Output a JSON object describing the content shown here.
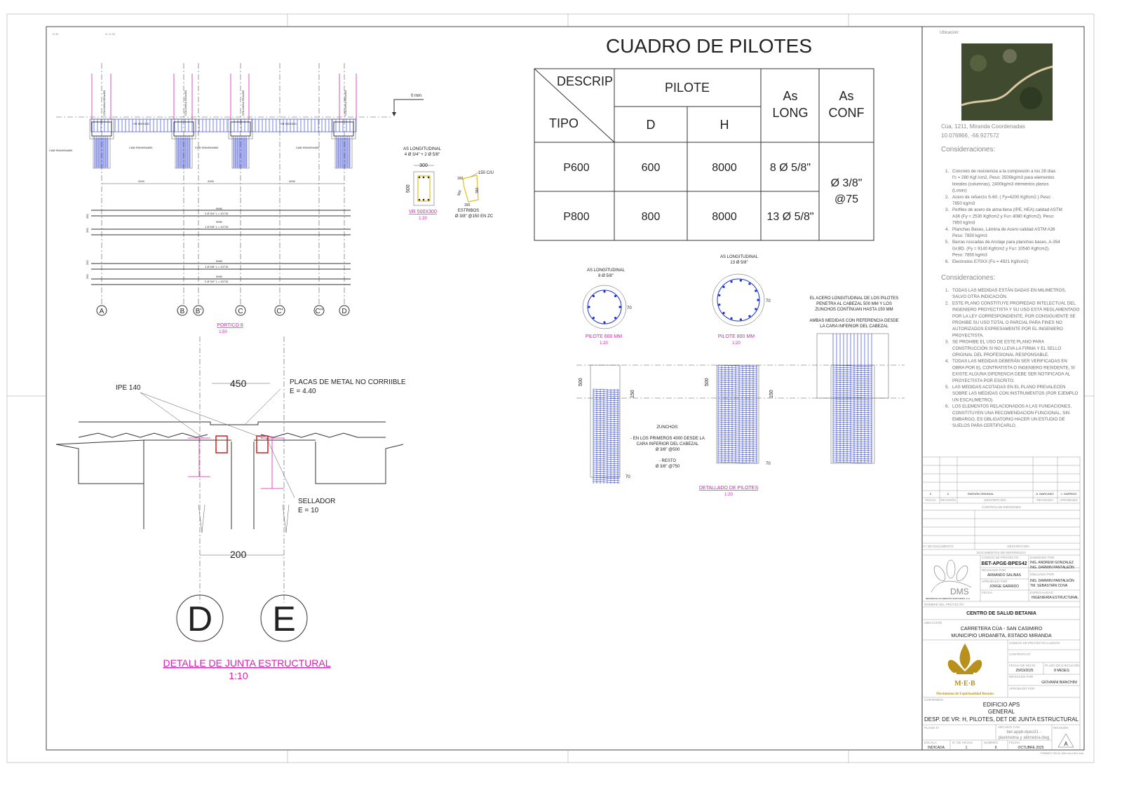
{
  "sheet": {
    "corner_left": "N.30",
    "corner_mid": "N.+0.30"
  },
  "portico": {
    "columns": [
      "COLUMNA 650x450",
      "COLUMNA 650x450",
      "COLUMNA 650x450",
      "COLUMNA 650x450"
    ],
    "beam_labels": [
      "VR 500X300",
      "VR 500X300"
    ],
    "caps": [
      "CAB 900x900x800",
      "CAB 900x900x800",
      "CAB 900x900x800",
      "CAB 900x900x800"
    ],
    "level": "0 mm",
    "dims": [
      "3100",
      "2200",
      "4000"
    ],
    "bars": [
      {
        "len": "9990",
        "desc": "2 Ø 3/4\" L = 10710"
      },
      {
        "len": "9990",
        "desc": "1 Ø 5/8\" L = 10710"
      },
      {
        "len": "9990",
        "desc": "1 Ø 5/8\" L = 10710"
      },
      {
        "len": "9990",
        "desc": "2 Ø 3/4\" L = 10710"
      }
    ],
    "side_dims": [
      "250",
      "250",
      "250",
      "250"
    ],
    "axes": [
      "A",
      "B",
      "B'",
      "C",
      "C'",
      "C''",
      "D"
    ],
    "title": "PORTICO 8",
    "scale": "1:50"
  },
  "beam_section": {
    "as_title": "AS LONGITUDINAL",
    "as_value": "4 Ø 3/4\" + 2 Ø 5/8\"",
    "width": "300",
    "height": "500",
    "title": "VR 500X300",
    "scale": "1:20",
    "stirrup_dims": [
      "160",
      "360",
      "360",
      "160"
    ],
    "stirrup_hook": "150 C/U",
    "stirrup_title": "ESTRIBOS",
    "stirrup_spec": "Ø 3/8\" @150 EN ZC"
  },
  "joint": {
    "ipe": "IPE 140",
    "plates": "PLACAS DE METAL NO CORRIIBLE",
    "plates_e": "E = 4.40",
    "dim_top": "450",
    "sealer": "SELLADOR",
    "sealer_e": "E = 10",
    "dim_bottom": "200",
    "axis_left": "D",
    "axis_right": "E",
    "title": "DETALLE DE JUNTA ESTRUCTURAL",
    "scale": "1:10"
  },
  "piles_table": {
    "title": "CUADRO  DE  PILOTES",
    "h_descrip": "DESCRIP",
    "h_tipo": "TIPO",
    "h_pilote": "PILOTE",
    "h_d": "D",
    "h_h": "H",
    "h_long": [
      "As",
      "LONG"
    ],
    "h_conf": [
      "As",
      "CONF"
    ],
    "rows": [
      {
        "tipo": "P600",
        "d": "600",
        "h": "8000",
        "long": "8 Ø 5/8\""
      },
      {
        "tipo": "P800",
        "d": "800",
        "h": "8000",
        "long": "13 Ø 5/8\""
      }
    ],
    "conf": [
      "Ø 3/8\"",
      "@75"
    ]
  },
  "pile_sections": [
    {
      "as_title": "AS LONGITUDINAL",
      "as_value": "8 Ø 5/8\"",
      "cover": "70",
      "title": "PILOTE 600 MM",
      "scale": "1:20",
      "bars": 8
    },
    {
      "as_title": "AS LONGITUDINAL",
      "as_value": "13 Ø 5/8\"",
      "cover": "70",
      "title": "PILOTE 800 MM",
      "scale": "1:20",
      "bars": 13
    }
  ],
  "pile_detail": {
    "note1": [
      "EL ACERO LONGITUDINAL DE LOS PILOTES",
      "PENETRA AL CABEZAL 500 MM Y LOS",
      "ZUNCHOS CONTÍNUAN HASTA 150 MM"
    ],
    "note2": [
      "AMBAS MEDIDAS CON REFERENCIA DESDE",
      "LA CARA INFERIOR DEL CABEZAL"
    ],
    "dims": [
      "500",
      "150",
      "500",
      "150"
    ],
    "cover": [
      "70",
      "70"
    ],
    "zunchos": [
      "ZUNCHOS:",
      "- EN LOS PRIMEROS 4000 DESDE LA",
      "CARA INFERIOR DEL CABEZAL",
      "Ø 3/8\" @500",
      "- RESTO",
      "Ø 3/8\" @750"
    ],
    "title": "DETALLADO DE PILOTES",
    "scale": "1:20"
  },
  "info": {
    "ubicacion_label": "Ubicacion:",
    "address": [
      "Cúa, 1211, Miranda Coordenadas",
      "10.076866, -66.927572"
    ],
    "cons1_title": "Consideraciones:",
    "cons1": [
      [
        "1.",
        "Concreto de resistencia a la compresión a los 28 días",
        "f'c = 280 Kgf /cm2, Peso: 2500kg/m3 para elementos",
        "lineales (columnas), 2400kg/m3 elementos planos",
        "(Losas)"
      ],
      [
        "2.",
        "Acero de refuerzo S-60: ( Fy=4200 Kgf/cm2.)  Peso:",
        "7850 kg/m3"
      ],
      [
        "3.",
        "Perfiles de acero de alma llena (IPE, HEA) calidad ASTM",
        "A36 (Fy = 2530 Kgf/cm2 y Fu= 4080 Kgf/cm2). Peso:",
        "7850 kg/m3"
      ],
      [
        "4.",
        "Planchas Bases, Lámina de Acero calidad ASTM A36",
        "Peso: 7850 kg/m3"
      ],
      [
        "5.",
        "Barras roscadas de Anclaje para planchas bases, A-354",
        "Gr.BD. (Fy = 9140 Kgf/cm2 y Fu= 10540 Kgf/cm2).",
        "Peso: 7850 kg/m3"
      ],
      [
        "6.",
        "Electrodos E70XX (Fu = 4921 Kgf/cm2)"
      ]
    ],
    "cons2_title": "Consideraciones:",
    "cons2": [
      [
        "1.",
        "TODAS LAS MEDIDAS ESTÁN DADAS EN MILIMETROS,",
        "SALVO OTRA INDICACIÓN."
      ],
      [
        "2.",
        "ESTE PLANO CONSTITUYE PROPIEDAD INTELECTUAL DEL",
        "INGENIERO PROYECTISTA Y SU USO ESTÁ REGLAMENTADO",
        "POR LA LEY CORRESPONDIENTE, POR CONSIGUIENTE SE",
        "PROHIBE SU USO TOTAL O PARCIAL PARA FINES NO",
        "AUTORIZADOS EXPRESAMENTE POR EL INGENIERO",
        "PROYECTISTA."
      ],
      [
        "3.",
        "SE PROHIBE EL USO DE ESTE PLANO PARA",
        "CONSTRUCCIÓN SI NO LLEVA LA FIRMA Y EL SELLO",
        "ORIGINAL DEL PROFESIONAL RESPONSABLE."
      ],
      [
        "4.",
        "TODAS LAS MEDIDAS DEBERÁN SER VERIFICADAS EN",
        "OBRA POR EL CONTRATISTA O INGENIERO RESIDENTE, SI",
        "EXISTE ALGUNA DIFERENCIA DEBE SER NOTIFICADA AL",
        "PROYECTISTA POR ESCRITO."
      ],
      [
        "5.",
        "LAS MEDIDAS ACOTADAS EN EL PLANO PREVALECEN",
        "SOBRE LAS MEDIDAS CON INSTRUMENTOS (POR EJEMPLO",
        "UN ESCALIMETRO)."
      ],
      [
        "6.",
        "LOS ELEMENTOS RELACIONADOS A LAS FUNDACIONES,",
        "CONSTITUYEN UNA RECOMENDACION FUNCIONAL, SIN",
        "EMBARGO, ES OBLIGATORIO HACER UN ESTUDIO DE",
        "SUELOS PARA CERTIFICARLO."
      ]
    ]
  },
  "title_block": {
    "emission": {
      "fecha": "0",
      "revision": "0",
      "descripcion": "EMISIÓN ORIGINAL",
      "revisado": "A. MARCANO",
      "aprobado": "J. GARRIDO"
    },
    "emission_headers": [
      "FECHA",
      "REVISIÓN",
      "DESCRIPCIÓN",
      "REVISADO",
      "APROBADO"
    ],
    "control_label": "CONTROL DE EMISIONES",
    "doc_headers": [
      "N° DE DOCUMENTO",
      "DESCRIPCIÓN"
    ],
    "docs_label": "DOCUMENTOS DE REFERENCIA",
    "dms_logo": "DMS",
    "dms_name": "DESARROLLOS MEDICOS SANITARIOS, C.A.",
    "codigo_label": "CÓDIGO DE PROYECTO",
    "codigo": "BET-APGE-BPES42",
    "disenado_label": "DISEÑADO POR",
    "disenado": [
      "ING. ANDREW GONZALEZ",
      "ING. DARWIN PANTALEÓN"
    ],
    "revisado_label": "REVISADO POR",
    "revisado": "ARMANDO SALINAS",
    "dibujado_label": "DIBUJADO POR",
    "dibujado": [
      "ING. DARWIN PANTALEÓN",
      "TM. SEBASTIÁN COVA"
    ],
    "aprobado_label": "APROBADO POR",
    "aprobado": "JORGE GARRIDO",
    "fecha_label": "FECHA",
    "especialidad_label": "ESPECIALIDAD",
    "especialidad": "INGENIERÍA ESTRUCTURAL",
    "proyecto_label": "NOMBRE DEL PROYECTO",
    "proyecto": "CENTRO DE SALUD BETANIA",
    "ubicacion_label": "UBICACIÓN",
    "ubicacion": [
      "CARRETERA CÚA - SAN CASIMIRO",
      "MUNICIPIO URDANETA, ESTADO MIRANDA"
    ],
    "meb_logo": "M·E·B",
    "meb_name": "Movimiento de Espiritualidad Betania",
    "cliente_label": "CÓDIGO DE PROYECTO CLIENTE",
    "contrato_label": "CONTRATO N°",
    "inicio_label": "FECHA DE INICIO",
    "inicio": "25/03/2025",
    "plazo_label": "PLAZO DE EJECUCIÓN",
    "plazo": "8 MESES",
    "revisado2_label": "REVISADO POR",
    "revisado2": "GIOVANNI BIANCHINI",
    "aprobado2_label": "APROBADO POR",
    "contenido_label": "CONTENIDO",
    "contenido": [
      "EDIFICIO APS",
      "GENERAL",
      "DESP. DE VR: H,  PILOTES, DET DE JUNTA ESTRUCTURAL"
    ],
    "plano_label": "PLANO N°",
    "archivo_label": "ARCHIVO CAD",
    "archivo": [
      "bet-appb-dpes31 -",
      "planimetria y altimetria.dwg"
    ],
    "revision_label": "REVISIÓN",
    "revision": "A",
    "escala_label": "ESCALA",
    "escala": "INDICADA",
    "hojas_label": "N° DE HOJAS",
    "hojas": "1",
    "numero_label": "NÚMERO",
    "numero": "9",
    "fecha2_label": "FECHA",
    "fecha2": "OCTUBRE 2025",
    "formato": "FORMATO ISO A1 (594 mm x 841 mm)"
  }
}
